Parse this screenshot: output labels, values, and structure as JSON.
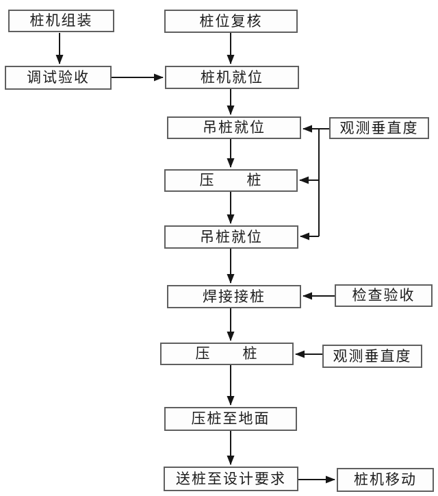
{
  "diagram": {
    "type": "flowchart",
    "language": "zh-CN",
    "nodes": {
      "pile_machine_assembly": "桩机组装",
      "pile_position_recheck": "桩位复核",
      "debug_acceptance": "调试验收",
      "pile_machine_in_place": "桩机就位",
      "hoist_pile_in_place_1": "吊桩就位",
      "observe_verticality_1": "观测垂直度",
      "press_pile_1": "压　　桩",
      "hoist_pile_in_place_2": "吊桩就位",
      "weld_pile_joint": "焊接接桩",
      "check_acceptance": "检查验收",
      "press_pile_2": "压　　桩",
      "observe_verticality_2": "观测垂直度",
      "press_pile_to_ground": "压桩至地面",
      "send_pile_to_design_requirement": "送桩至设计要求",
      "pile_machine_move": "桩机移动"
    },
    "edges": [
      "桩机组装 → 调试验收",
      "调试验收 → 桩机就位",
      "桩位复核 → 桩机就位",
      "桩机就位 → 吊桩就位",
      "吊桩就位 → 压桩",
      "压桩 → 吊桩就位(2)",
      "吊桩就位(2) → 焊接接桩",
      "焊接接桩 → 压桩(2)",
      "压桩(2) → 压桩至地面",
      "压桩至地面 → 送桩至设计要求",
      "送桩至设计要求 → 桩机移动",
      "观测垂直度 → 吊桩就位",
      "观测垂直度 → 压桩",
      "观测垂直度 → 吊桩就位(2)",
      "检查验收 → 焊接接桩",
      "观测垂直度(2) → 压桩(2)"
    ],
    "colors": {
      "background": "#ffffff",
      "box_border": "#5f5f5f",
      "box_fill": "#fdfdfd",
      "line": "#161616",
      "text": "#1c1c1c"
    }
  }
}
